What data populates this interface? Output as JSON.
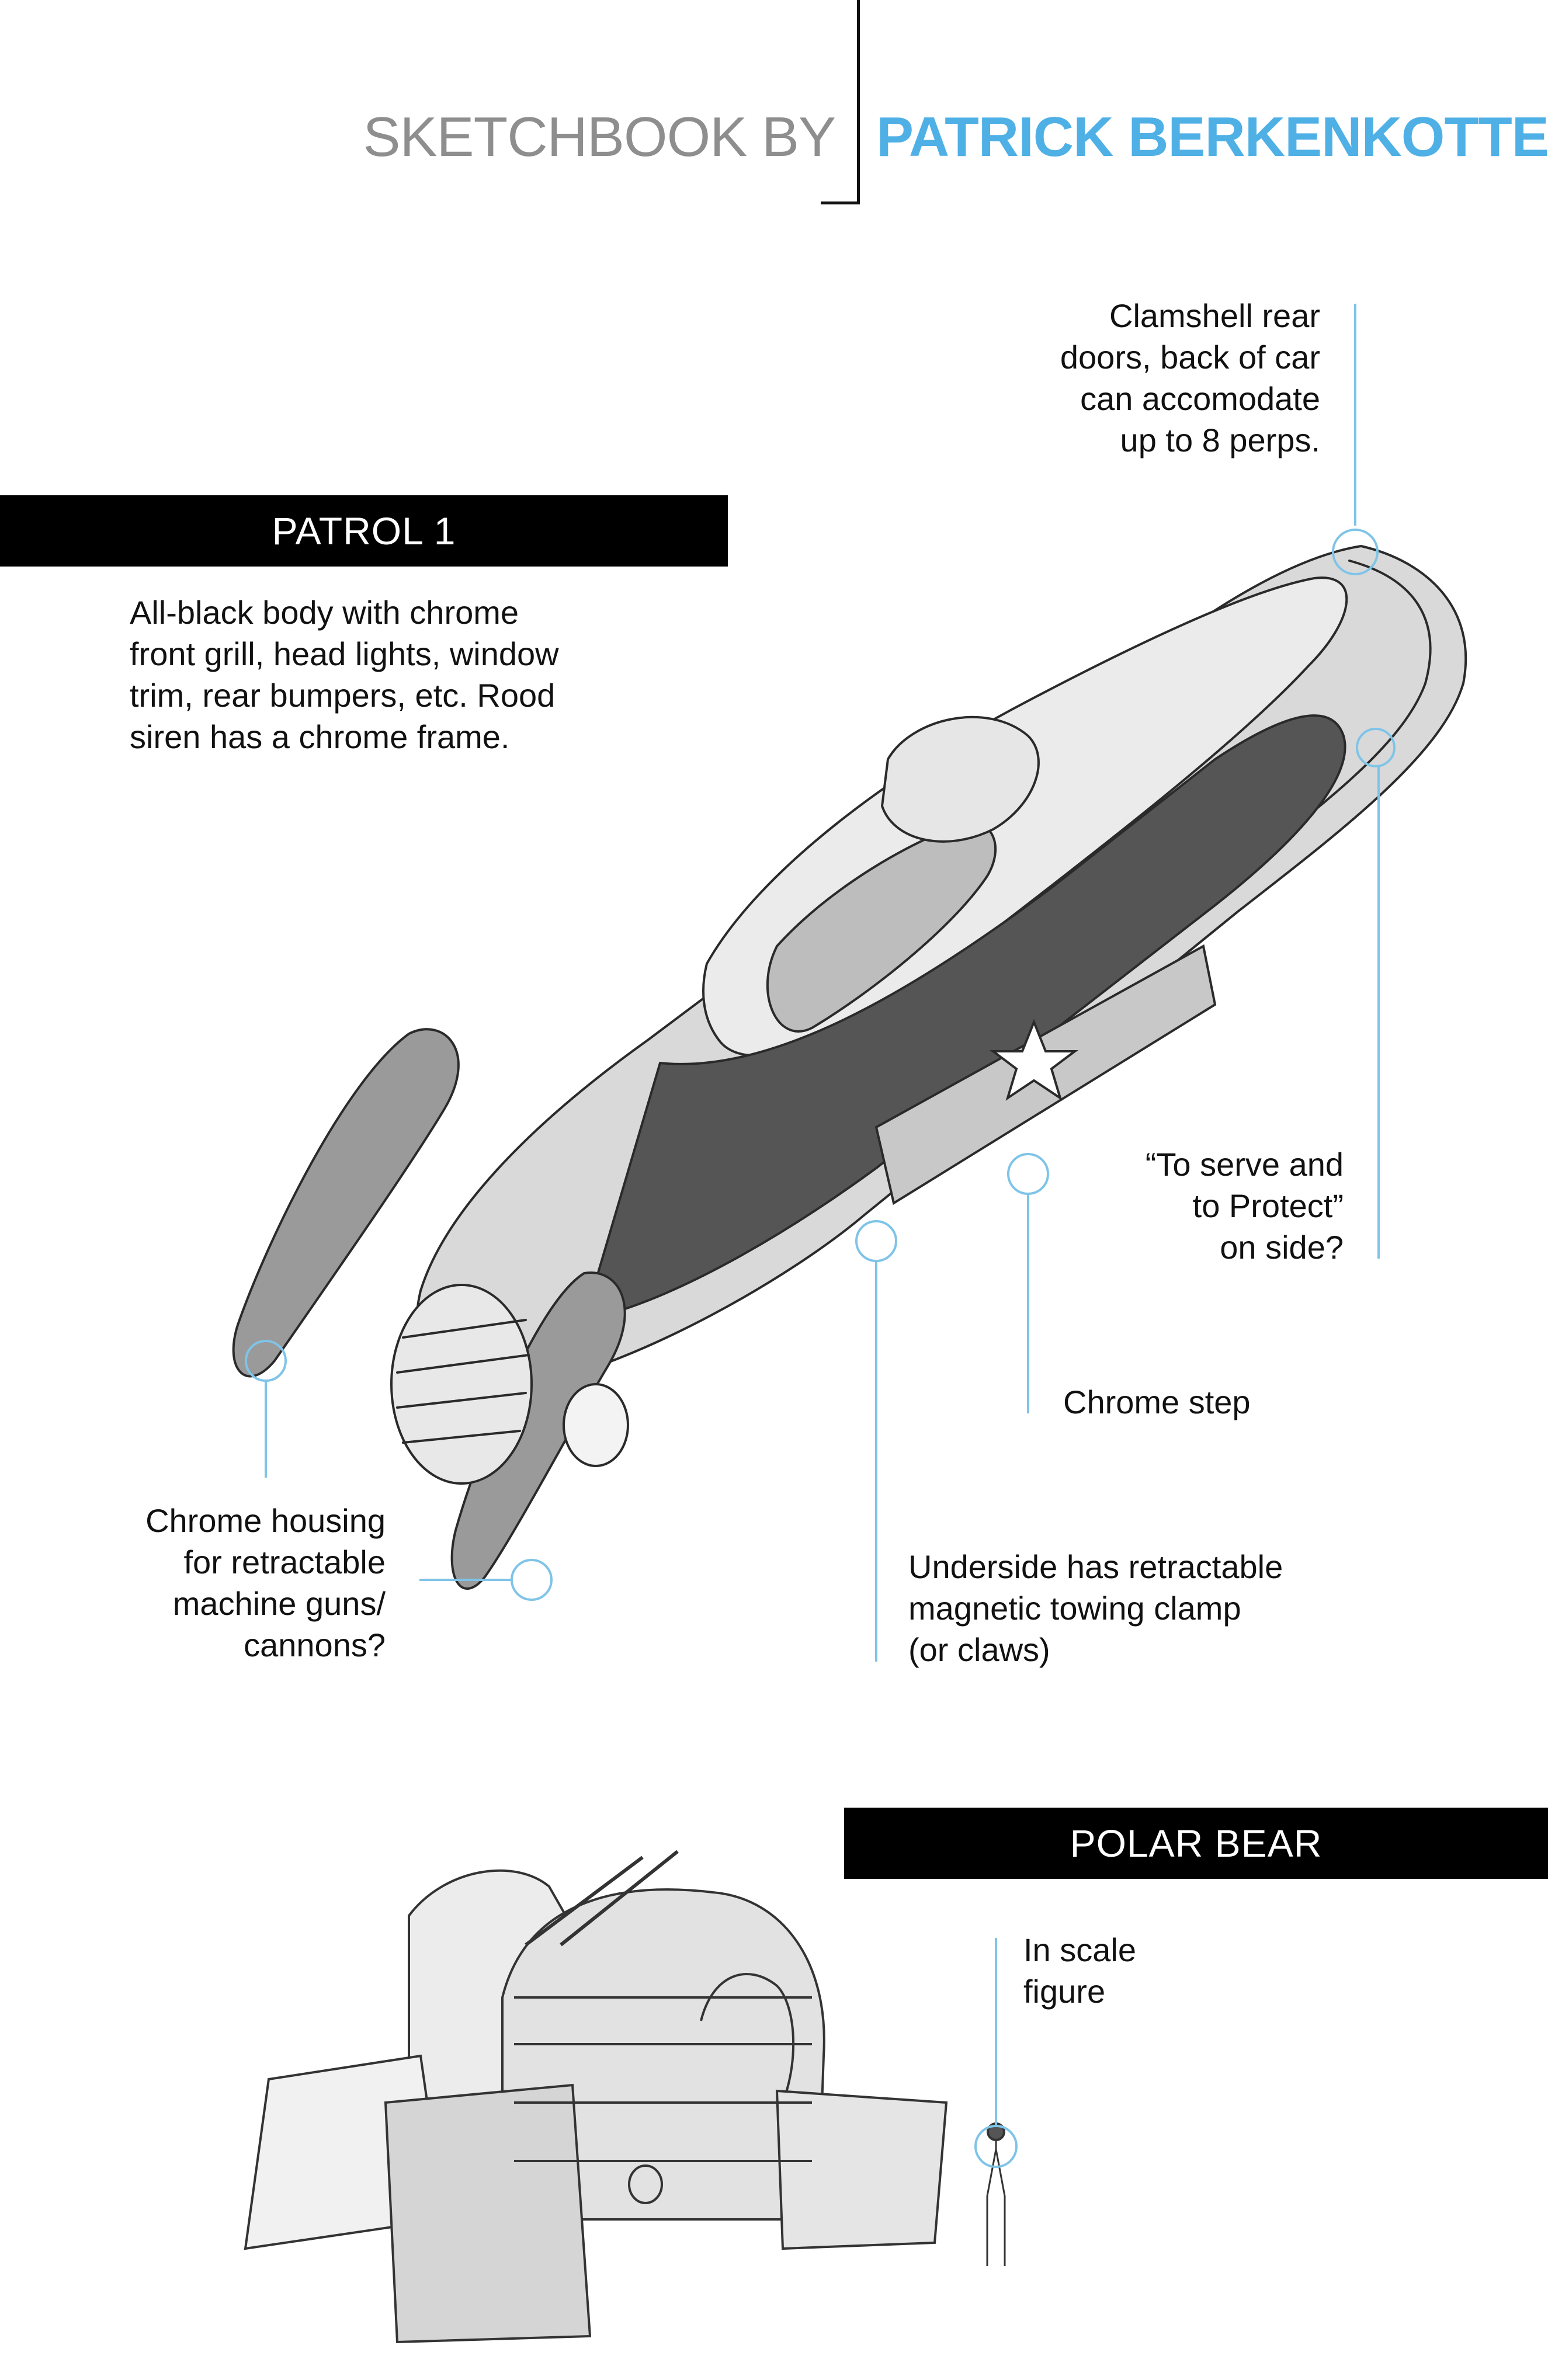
{
  "header": {
    "prefix": "SKETCHBOOK BY",
    "artist": "PATRICK BERKENKOTTER",
    "accent_color": "#4fb0e6",
    "prefix_color": "#8e8e8e"
  },
  "sections": {
    "patrol": {
      "title": "PATROL 1",
      "description": "All-black body with chrome\nfront grill, head lights, window\ntrim, rear bumpers, etc. Rood\nsiren has a chrome frame."
    },
    "polar": {
      "title": "POLAR BEAR"
    }
  },
  "annotations": {
    "clamshell": "Clamshell rear\ndoors, back of car\ncan accomodate\nup to 8 perps.",
    "serve": "“To serve and\nto Protect”\non side?",
    "step": "Chrome step",
    "housing": "Chrome housing\nfor retractable\nmachine guns/\ncannons?",
    "underside": "Underside has retractable\nmagnetic towing clamp\n(or claws)",
    "scale": "In scale\nfigure"
  },
  "callout_color": "#7fc4e8",
  "illustrations": {
    "patrol_car": "pencil-sketch-patrol-car",
    "polar_bear": "pencil-sketch-polar-bear-vehicle"
  }
}
